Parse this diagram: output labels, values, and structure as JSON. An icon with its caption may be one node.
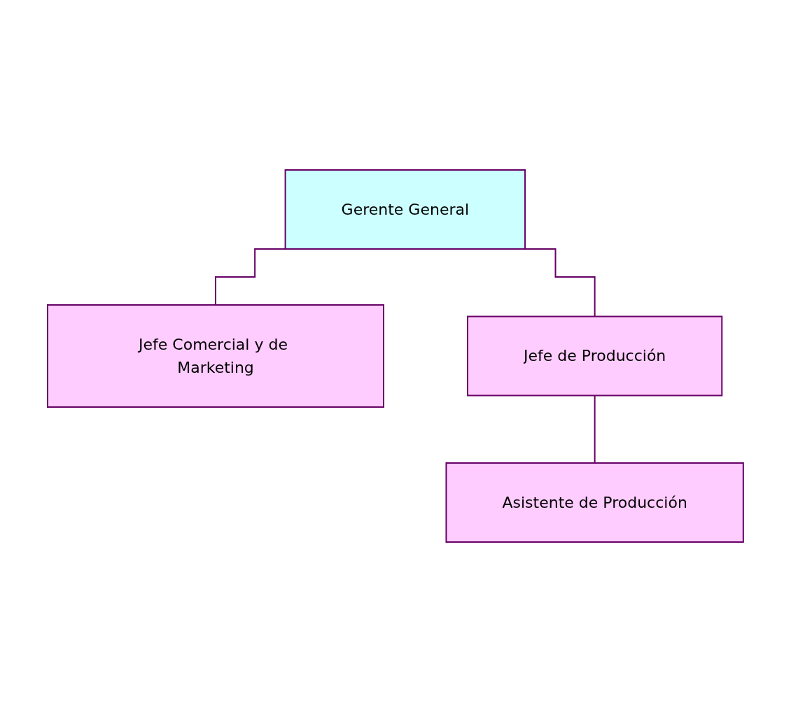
{
  "diagram": {
    "nodes": [
      {
        "text": [
          "Gerente General"
        ]
      },
      {
        "text": [
          "Jefe Comercial y de Marketing"
        ]
      },
      {
        "text": [
          "Jefe de Producción"
        ]
      },
      {
        "text": [
          "Asistente de Producción"
        ]
      }
    ],
    "edges": [
      {
        "from": 0,
        "to": 1,
        "arrow": "none"
      },
      {
        "from": 0,
        "to": 2,
        "arrow": "none"
      },
      {
        "from": 2,
        "to": 3,
        "arrow": "none"
      }
    ]
  }
}
